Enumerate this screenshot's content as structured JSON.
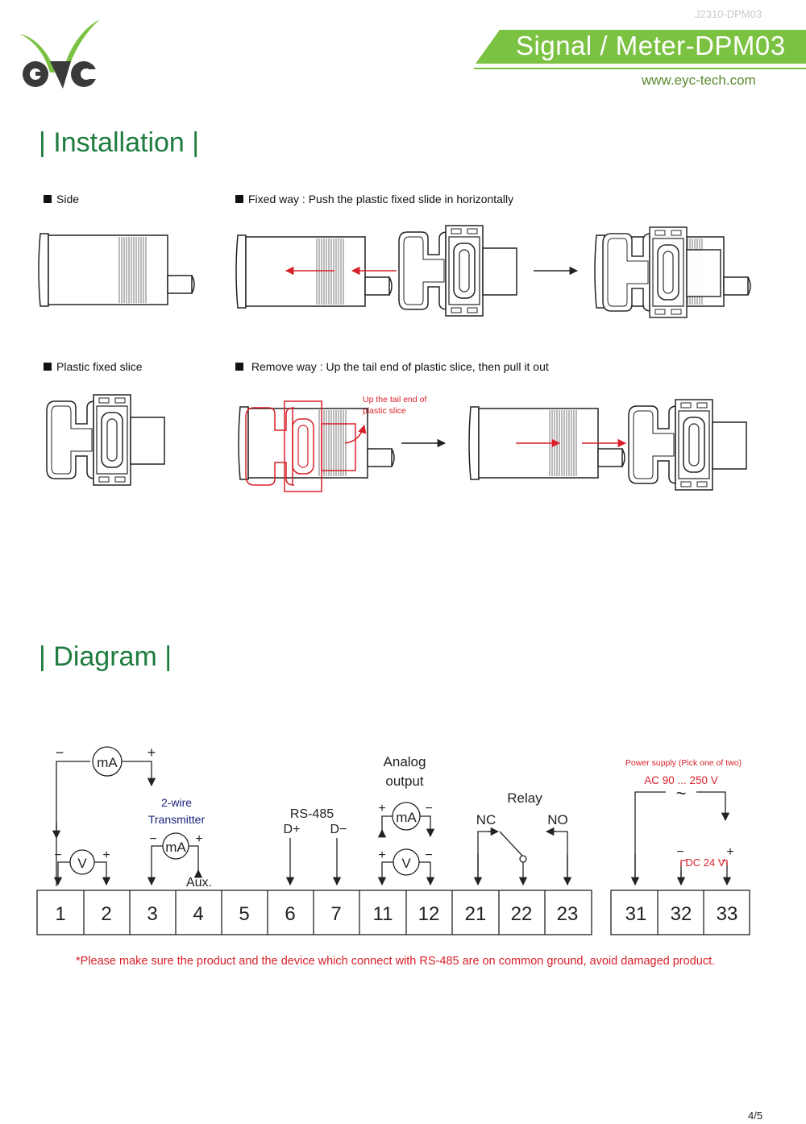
{
  "header": {
    "doc_code": "J2310-DPM03",
    "title": "Signal / Meter-DPM03",
    "website": "www.eyc-tech.com",
    "logo_text": "eyc",
    "brand_color": "#7cc242"
  },
  "installation": {
    "title": "Installation",
    "labels": {
      "side": "Side",
      "fixed_way": "Fixed way : Push the plastic fixed slide in horizontally",
      "plastic_slice": "Plastic fixed slice",
      "remove_way": "Remove way : Up the tail end of plastic slice, then pull it out"
    },
    "annotation_line1": "Up the tail end of",
    "annotation_line2": "plastic slice"
  },
  "diagram": {
    "title": "Diagram",
    "terminals_group1": [
      "1",
      "2",
      "3",
      "4",
      "5",
      "6",
      "7",
      "11",
      "12",
      "21",
      "22",
      "23"
    ],
    "terminals_group2": [
      "31",
      "32",
      "33"
    ],
    "labels": {
      "mA": "mA",
      "V": "V",
      "minus": "−",
      "plus": "+",
      "two_wire_line1": "2-wire",
      "two_wire_line2": "Transmitter",
      "aux": "Aux.",
      "rs485": "RS-485",
      "d_plus": "D+",
      "d_minus": "D−",
      "analog_line1": "Analog",
      "analog_line2": "output",
      "relay": "Relay",
      "nc": "NC",
      "no": "NO",
      "power_supply": "Power supply (Pick one of two)",
      "ac": "AC 90 ... 250 V",
      "ac_symbol": "~",
      "dc": "DC 24 V"
    },
    "footnote": "*Please make sure the product and the device which connect with RS-485 are on common ground, avoid damaged product."
  },
  "page_number": "4/5",
  "colors": {
    "green_title": "#1e7c3f",
    "red": "#d8202a",
    "navy": "#1a237e"
  }
}
